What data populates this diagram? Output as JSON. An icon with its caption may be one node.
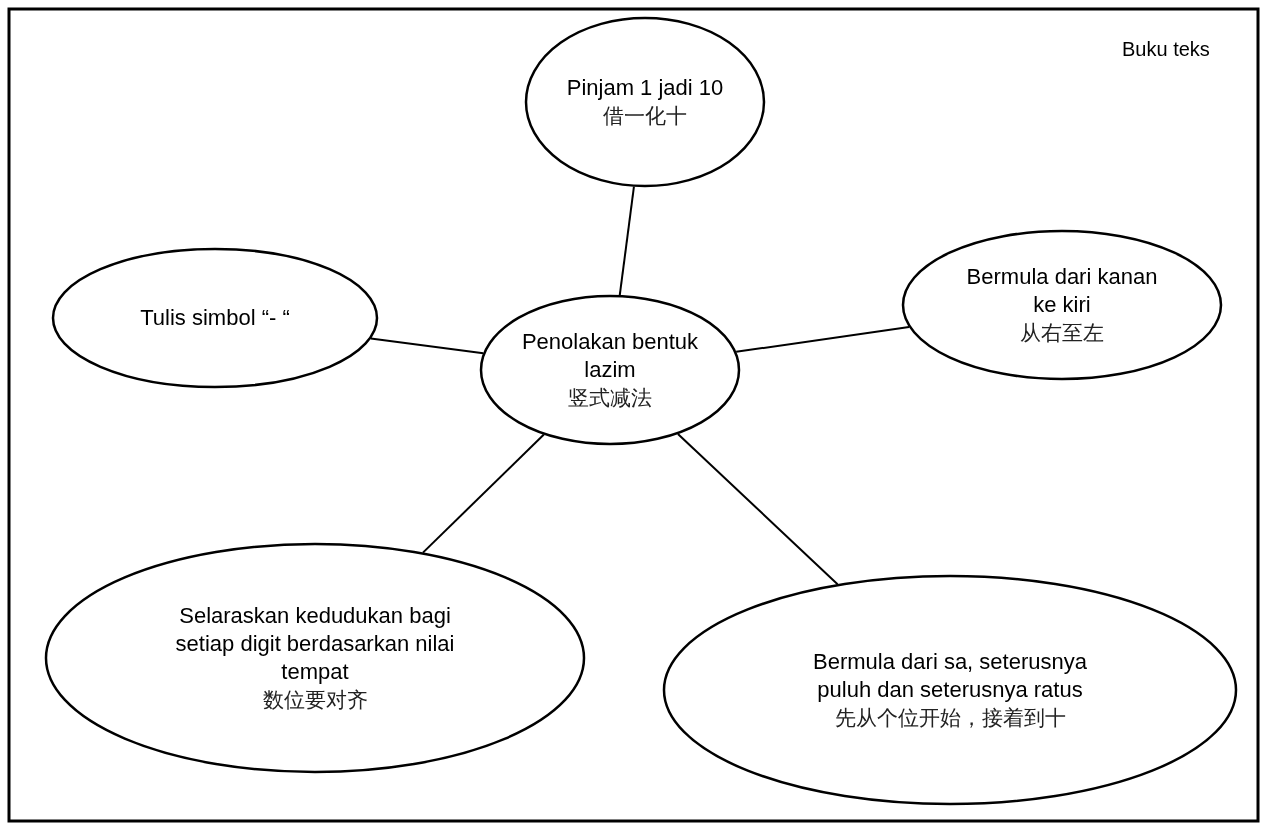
{
  "diagram": {
    "nodes": [
      {
        "text": [
          "Penolakan bentuk lazim",
          "竖式减法"
        ]
      },
      {
        "text": [
          "Pinjam 1 jadi 10",
          "借一化十"
        ]
      },
      {
        "text": [
          "Tulis simbol “- “"
        ]
      },
      {
        "text": [
          "Bermula dari kanan ke kiri",
          "从右至左"
        ]
      },
      {
        "text": [
          "Selaraskan kedudukan bagi setiap digit berdasarkan nilai tempat",
          "数位要对齐"
        ]
      },
      {
        "text": [
          "Bermula dari sa, seterusnya puluh dan seterusnya ratus",
          "先从个位开始，接着到十"
        ]
      }
    ],
    "edges": [
      {
        "from": 0,
        "to": 1,
        "arrow": "none"
      },
      {
        "from": 0,
        "to": 2,
        "arrow": "none"
      },
      {
        "from": 0,
        "to": 3,
        "arrow": "none"
      },
      {
        "from": 0,
        "to": 4,
        "arrow": "none"
      },
      {
        "from": 0,
        "to": 5,
        "arrow": "none"
      }
    ],
    "labels": [
      "Buku teks"
    ]
  }
}
